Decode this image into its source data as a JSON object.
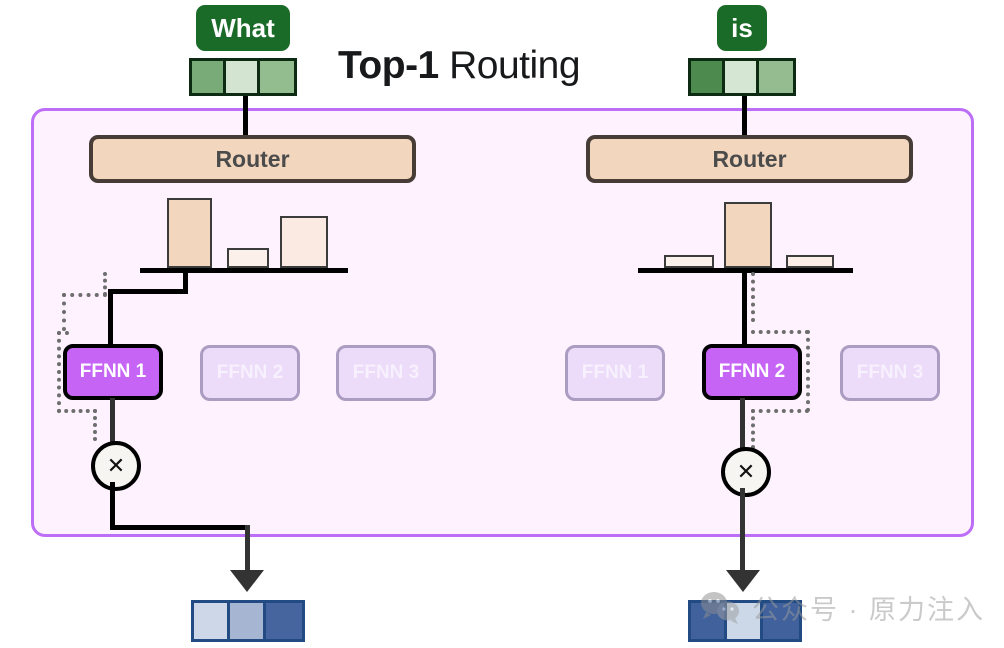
{
  "title": {
    "bold": "Top-1",
    "regular": " Routing"
  },
  "columns": [
    {
      "id": "left",
      "token": "What",
      "embedding": {
        "cells": [
          "#78ab78",
          "#d3e5d0",
          "#93bc8f"
        ]
      },
      "router_label": "Router",
      "router_weights": [
        0.86,
        0.24,
        0.64
      ],
      "experts": [
        {
          "label": "FFNN 1",
          "active": true
        },
        {
          "label": "FFNN 2",
          "active": false
        },
        {
          "label": "FFNN 3",
          "active": false
        }
      ],
      "multiply_symbol": "✕",
      "output": {
        "cells": [
          "#cdd7e8",
          "#a6b6d2",
          "#46659e"
        ]
      }
    },
    {
      "id": "right",
      "token": "is",
      "embedding": {
        "cells": [
          "#4d8a4d",
          "#d5e6d2",
          "#94bc90"
        ]
      },
      "router_label": "Router",
      "router_weights": [
        0.16,
        0.8,
        0.16
      ],
      "experts": [
        {
          "label": "FFNN 1",
          "active": false
        },
        {
          "label": "FFNN 2",
          "active": true
        },
        {
          "label": "FFNN 3",
          "active": false
        }
      ],
      "multiply_symbol": "✕",
      "output": {
        "cells": [
          "#40619c",
          "#ccd7e8",
          "#40619c"
        ]
      }
    }
  ],
  "colors": {
    "container_border": "#bd6ef7",
    "container_fill": "#fdf2fe",
    "router_fill": "#f2d6bd",
    "router_border": "#473c36",
    "expert_active": "#c564f5",
    "expert_inactive": "#eddbfa",
    "token_chip": "#1b6b28",
    "bar_high": "#f2d6bd",
    "bar_low": "#fbeee6",
    "bar_mid": "#faeae2"
  },
  "watermark": {
    "icon": "wechat-icon",
    "text": "公众号 · 原力注入"
  }
}
